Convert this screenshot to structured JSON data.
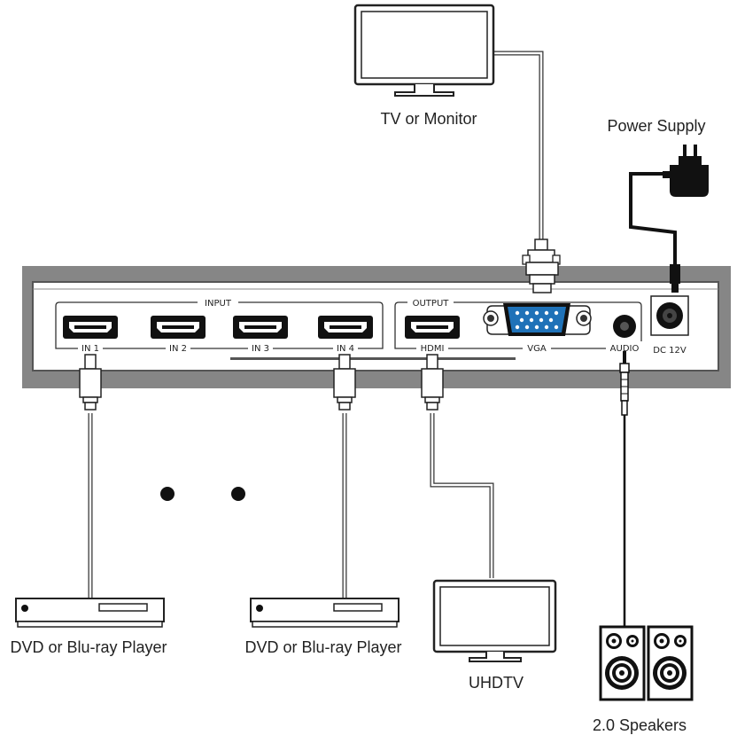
{
  "devices": {
    "tv_monitor": "TV or Monitor",
    "power_supply": "Power Supply",
    "dvd_player_1": "DVD or Blu-ray Player",
    "dvd_player_2": "DVD or Blu-ray Player",
    "uhdtv": "UHDTV",
    "speakers": "2.0 Speakers"
  },
  "panel": {
    "input_group": "INPUT",
    "output_group": "OUTPUT",
    "inputs": [
      "IN 1",
      "IN 2",
      "IN 3",
      "IN 4"
    ],
    "hdmi_out": "HDMI",
    "vga": "VGA",
    "audio": "AUDIO",
    "dc": "DC 12V"
  }
}
